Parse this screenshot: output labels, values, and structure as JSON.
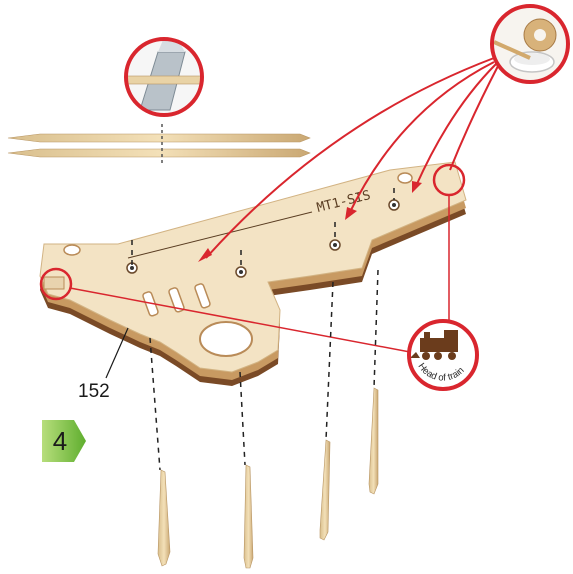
{
  "diagram": {
    "step": "4",
    "part_label": "152",
    "piece_engraving": "MT1-SIS",
    "head_of_train_text": "Head of train",
    "icons": [
      "cutter-icon",
      "glue-icon",
      "locomotive-icon"
    ],
    "colors": {
      "accent_red": "#d9262e",
      "step_green": "#7dbf3a",
      "wood_light": "#f3e3c4",
      "wood_edge": "#7a4a26",
      "stick": "#e9d3a6"
    }
  }
}
